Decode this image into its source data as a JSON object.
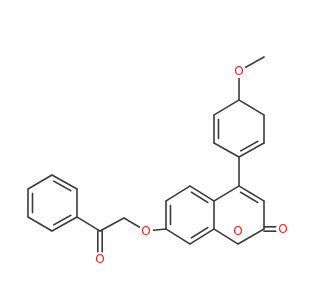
{
  "structure": {
    "bond_color": "#3a3a3a",
    "heteroatom_color": "#e8231f",
    "atoms": {
      "methoxy_oxygen": "O",
      "ether_oxygen": "O",
      "ketone_oxygen": "O",
      "ring_oxygen": "O",
      "lactone_carbonyl_oxygen": "O"
    }
  }
}
